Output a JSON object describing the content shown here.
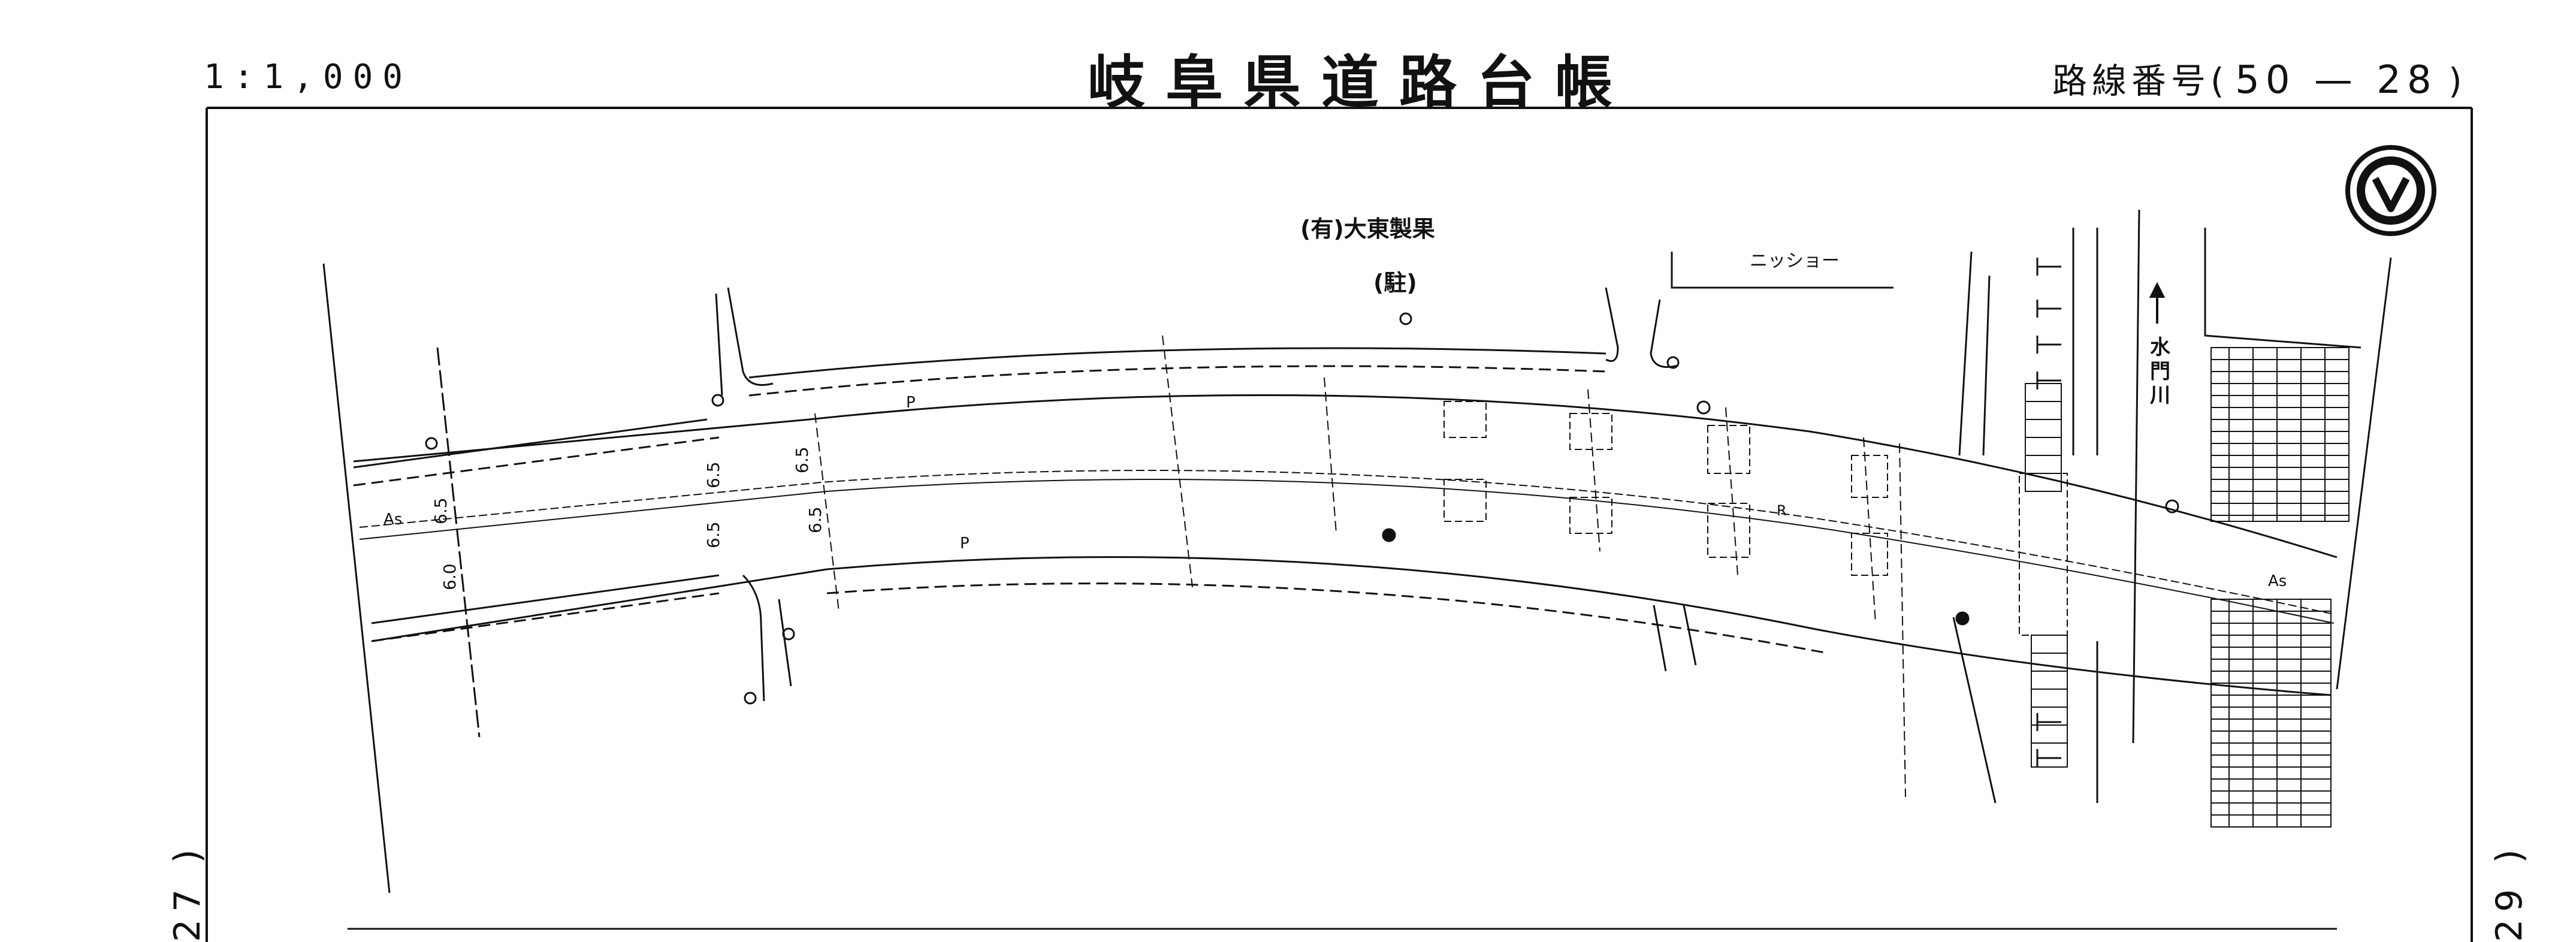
{
  "header": {
    "scale": "1:1,000",
    "title": "岐阜県道路台帳",
    "route_label": "路線番号",
    "route_number": "50 — 28"
  },
  "sheet_links": {
    "previous": "27 )",
    "next": "29 )"
  },
  "map_labels": {
    "company": "(有)大東製果",
    "parking": "(駐)",
    "shop": "ニッショー",
    "river": "水門川",
    "surface_left": "As",
    "surface_right": "As",
    "parking_p1": "P",
    "parking_p2": "P",
    "route_mark": "R",
    "widths": [
      "6.5",
      "6.0",
      "6.5",
      "6.5",
      "6.5",
      "6.5"
    ]
  },
  "icons": {
    "north_symbol": "north-arrow-icon",
    "river_flow": "flow-arrow-icon"
  }
}
